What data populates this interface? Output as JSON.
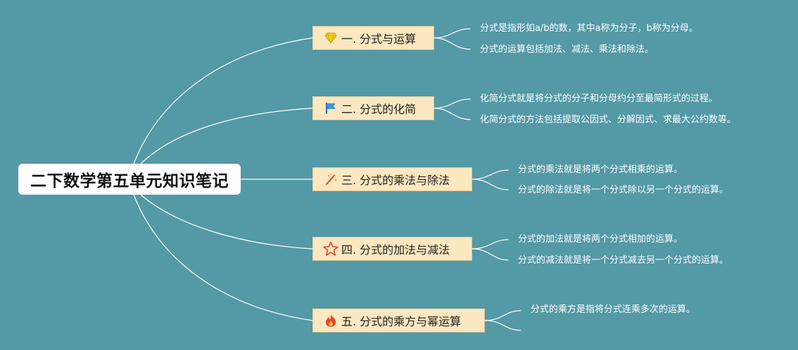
{
  "root": {
    "title": "二下数学第五单元知识笔记"
  },
  "branches": [
    {
      "icon": "gem-icon",
      "label": "一. 分式与运算",
      "leaves": [
        "分式是指形如a/b的数，其中a称为分子，b称为分母。",
        "分式的运算包括加法、减法、乘法和除法。"
      ]
    },
    {
      "icon": "flag-icon",
      "label": "二. 分式的化简",
      "leaves": [
        "化简分式就是将分式的分子和分母约分至最简形式的过程。",
        "化简分式的方法包括提取公因式、分解因式、求最大公约数等。"
      ]
    },
    {
      "icon": "magic-wand-icon",
      "label": "三. 分式的乘法与除法",
      "leaves": [
        "分式的乘法就是将两个分式相乘的运算。",
        "分式的除法就是将一个分式除以另一个分式的运算。"
      ]
    },
    {
      "icon": "star-icon",
      "label": "四. 分式的加法与减法",
      "leaves": [
        "分式的加法就是将两个分式相加的运算。",
        "分式的减法就是将一个分式减去另一个分式的运算。"
      ]
    },
    {
      "icon": "fire-icon",
      "label": "五. 分式的乘方与幂运算",
      "leaves": [
        "分式的乘方是指将分式连乘多次的运算。",
        ""
      ]
    }
  ]
}
